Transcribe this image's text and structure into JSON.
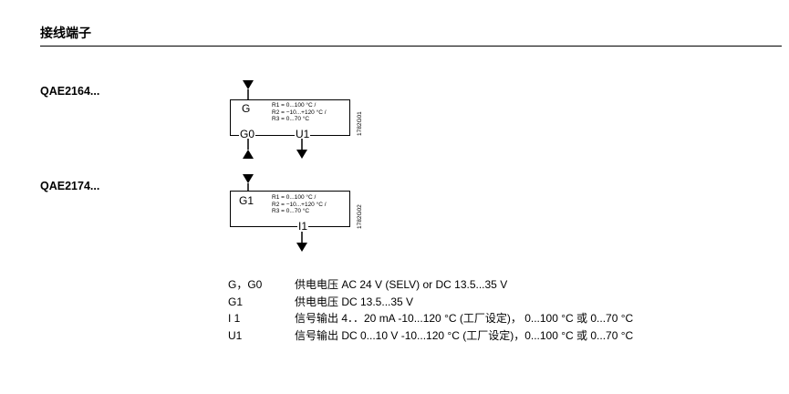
{
  "section": {
    "heading": "接线端子"
  },
  "devices": [
    {
      "model": "QAE2164...",
      "top_pin": "G",
      "bottom_pins": [
        "G0",
        "U1"
      ],
      "params": "R1 = 0...100 °C /\nR2 = −10...+120 °C /\nR3 = 0...70 °C",
      "drawing_code": "1782G01"
    },
    {
      "model": "QAE2174...",
      "top_pin": "G1",
      "bottom_pins": [
        "I1"
      ],
      "params": "R1 = 0...100 °C /\nR2 = −10...+120 °C /\nR3 = 0...70 °C",
      "drawing_code": "1782G02"
    }
  ],
  "legend": [
    {
      "term": "G，G0",
      "desc": "供电电压 AC 24 V (SELV) or DC 13.5...35 V"
    },
    {
      "term": "G1",
      "desc": "供电电压 DC 13.5...35 V"
    },
    {
      "term": "I 1",
      "desc": "信号输出 4．．20 mA   -10...120 °C (工厂设定)，  0...100 °C 或 0...70 °C"
    },
    {
      "term": "U1",
      "desc": "信号输出 DC 0...10 V   -10...120 °C (工厂设定)，0...100 °C 或  0...70 °C"
    }
  ]
}
